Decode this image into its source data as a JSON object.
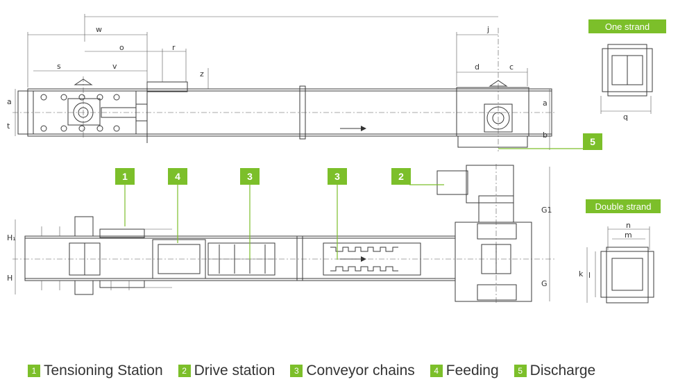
{
  "dimensions": {
    "w": "w",
    "o": "o",
    "r": "r",
    "s": "s",
    "v": "v",
    "z": "z",
    "j": "j",
    "d": "d",
    "c": "c",
    "a": "a",
    "t": "t",
    "b": "b",
    "h1": "H₁",
    "h": "H",
    "g1": "G1",
    "g": "G",
    "q": "q",
    "n": "n",
    "m": "m",
    "k": "k",
    "l": "l"
  },
  "callouts": [
    "1",
    "4",
    "3",
    "3",
    "2",
    "5"
  ],
  "variants": {
    "one_strand": "One strand",
    "double_strand": "Double strand"
  },
  "legend": [
    {
      "num": "1",
      "label": "Tensioning Station"
    },
    {
      "num": "2",
      "label": "Drive station"
    },
    {
      "num": "3",
      "label": "Conveyor chains"
    },
    {
      "num": "4",
      "label": "Feeding"
    },
    {
      "num": "5",
      "label": "Discharge"
    }
  ],
  "colors": {
    "accent": "#7cbf2a",
    "line": "#3a3a3a"
  }
}
